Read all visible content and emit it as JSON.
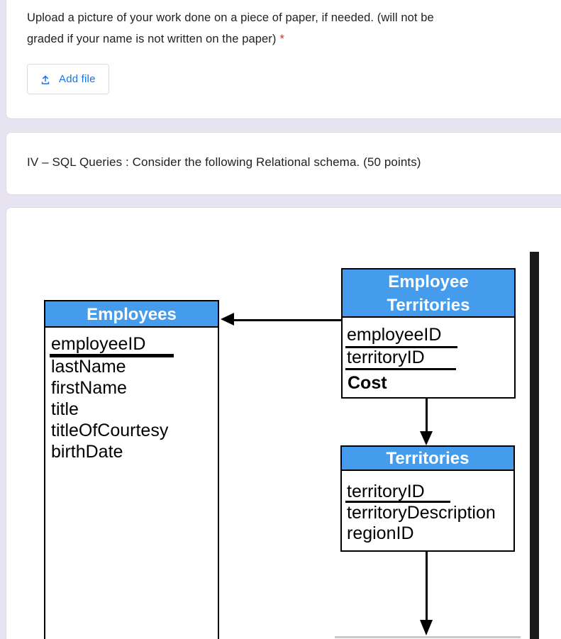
{
  "colors": {
    "page_background": "#E8E4F2",
    "accent_blue": "#1a73e8",
    "required_red": "#d93025",
    "diagram_header_blue": "#459CEC"
  },
  "upload_question": {
    "title": "Upload a picture of your work done on a piece of paper, if needed. (will not be\ngraded if your name is not written on the paper)",
    "required_marker": "*",
    "add_file_button": {
      "label": "Add file",
      "icon": "upload-icon"
    }
  },
  "section_header": {
    "title": "IV – SQL Queries : Consider the following Relational schema. (50 points)"
  },
  "schema_diagram": {
    "tables": [
      {
        "name": "Employees",
        "display_name": "Employees",
        "fields": [
          {
            "name": "employeeID",
            "primary_key": true
          },
          {
            "name": "lastName",
            "primary_key": false
          },
          {
            "name": "firstName",
            "primary_key": false
          },
          {
            "name": "title",
            "primary_key": false
          },
          {
            "name": "titleOfCourtesy",
            "primary_key": false
          },
          {
            "name": "birthDate",
            "primary_key": false
          }
        ]
      },
      {
        "name": "Employee Territories",
        "display_name": "Employee\nTerritories",
        "fields": [
          {
            "name": "employeeID",
            "primary_key": true
          },
          {
            "name": "territoryID",
            "primary_key": true
          },
          {
            "name": "Cost",
            "primary_key": false,
            "bold": true
          }
        ]
      },
      {
        "name": "Territories",
        "display_name": "Territories",
        "fields": [
          {
            "name": "territoryID",
            "primary_key": true
          },
          {
            "name": "territoryDescription",
            "primary_key": false
          },
          {
            "name": "regionID",
            "primary_key": false
          }
        ]
      }
    ],
    "relations": [
      {
        "from": "Employee Territories",
        "to": "Employees",
        "direction": "left"
      },
      {
        "from": "Employee Territories",
        "to": "Territories",
        "direction": "down"
      },
      {
        "from": "Territories",
        "to": "(continues off-screen)",
        "direction": "down"
      }
    ]
  }
}
